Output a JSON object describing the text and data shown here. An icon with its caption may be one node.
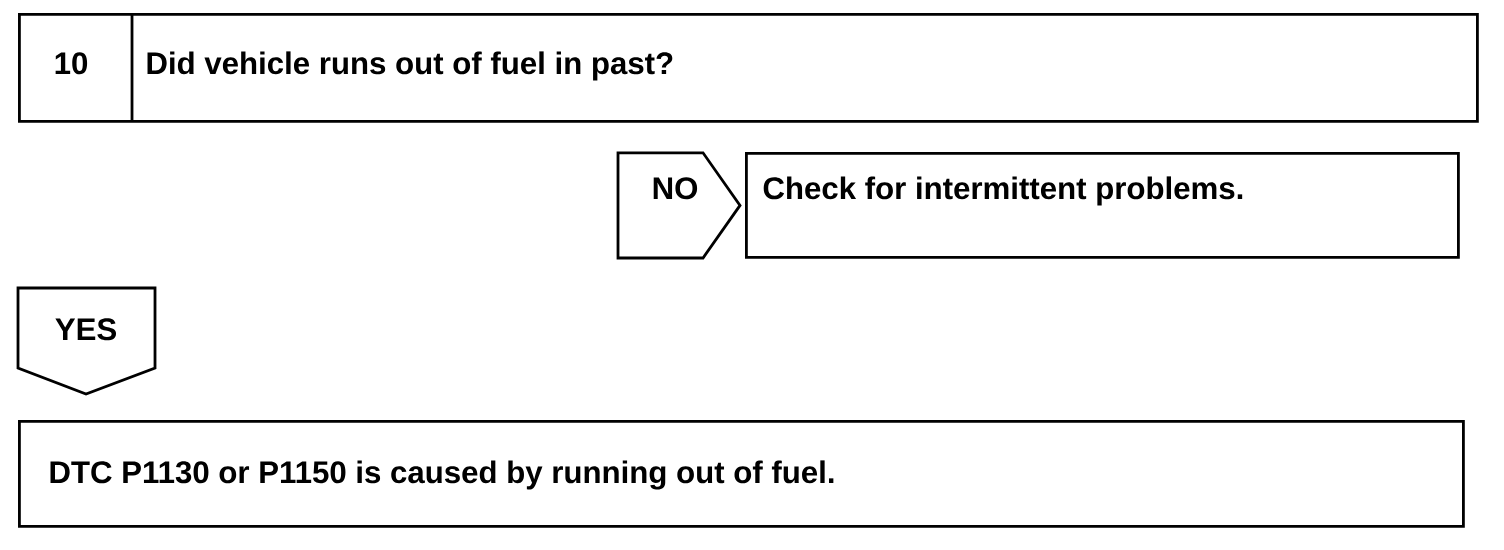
{
  "diagram": {
    "nodes": [
      {
        "text": [
          "10",
          "Did vehicle runs out of fuel in past?"
        ]
      },
      {
        "text": [
          "Check for intermittent problems."
        ]
      },
      {
        "text": [
          "YES"
        ]
      },
      {
        "text": [
          "DTC P1130 or P1150 is caused by running out of fuel."
        ]
      }
    ],
    "edges": [
      {
        "from": 0,
        "to": 1,
        "arrow": "to",
        "label": "NO"
      }
    ]
  }
}
